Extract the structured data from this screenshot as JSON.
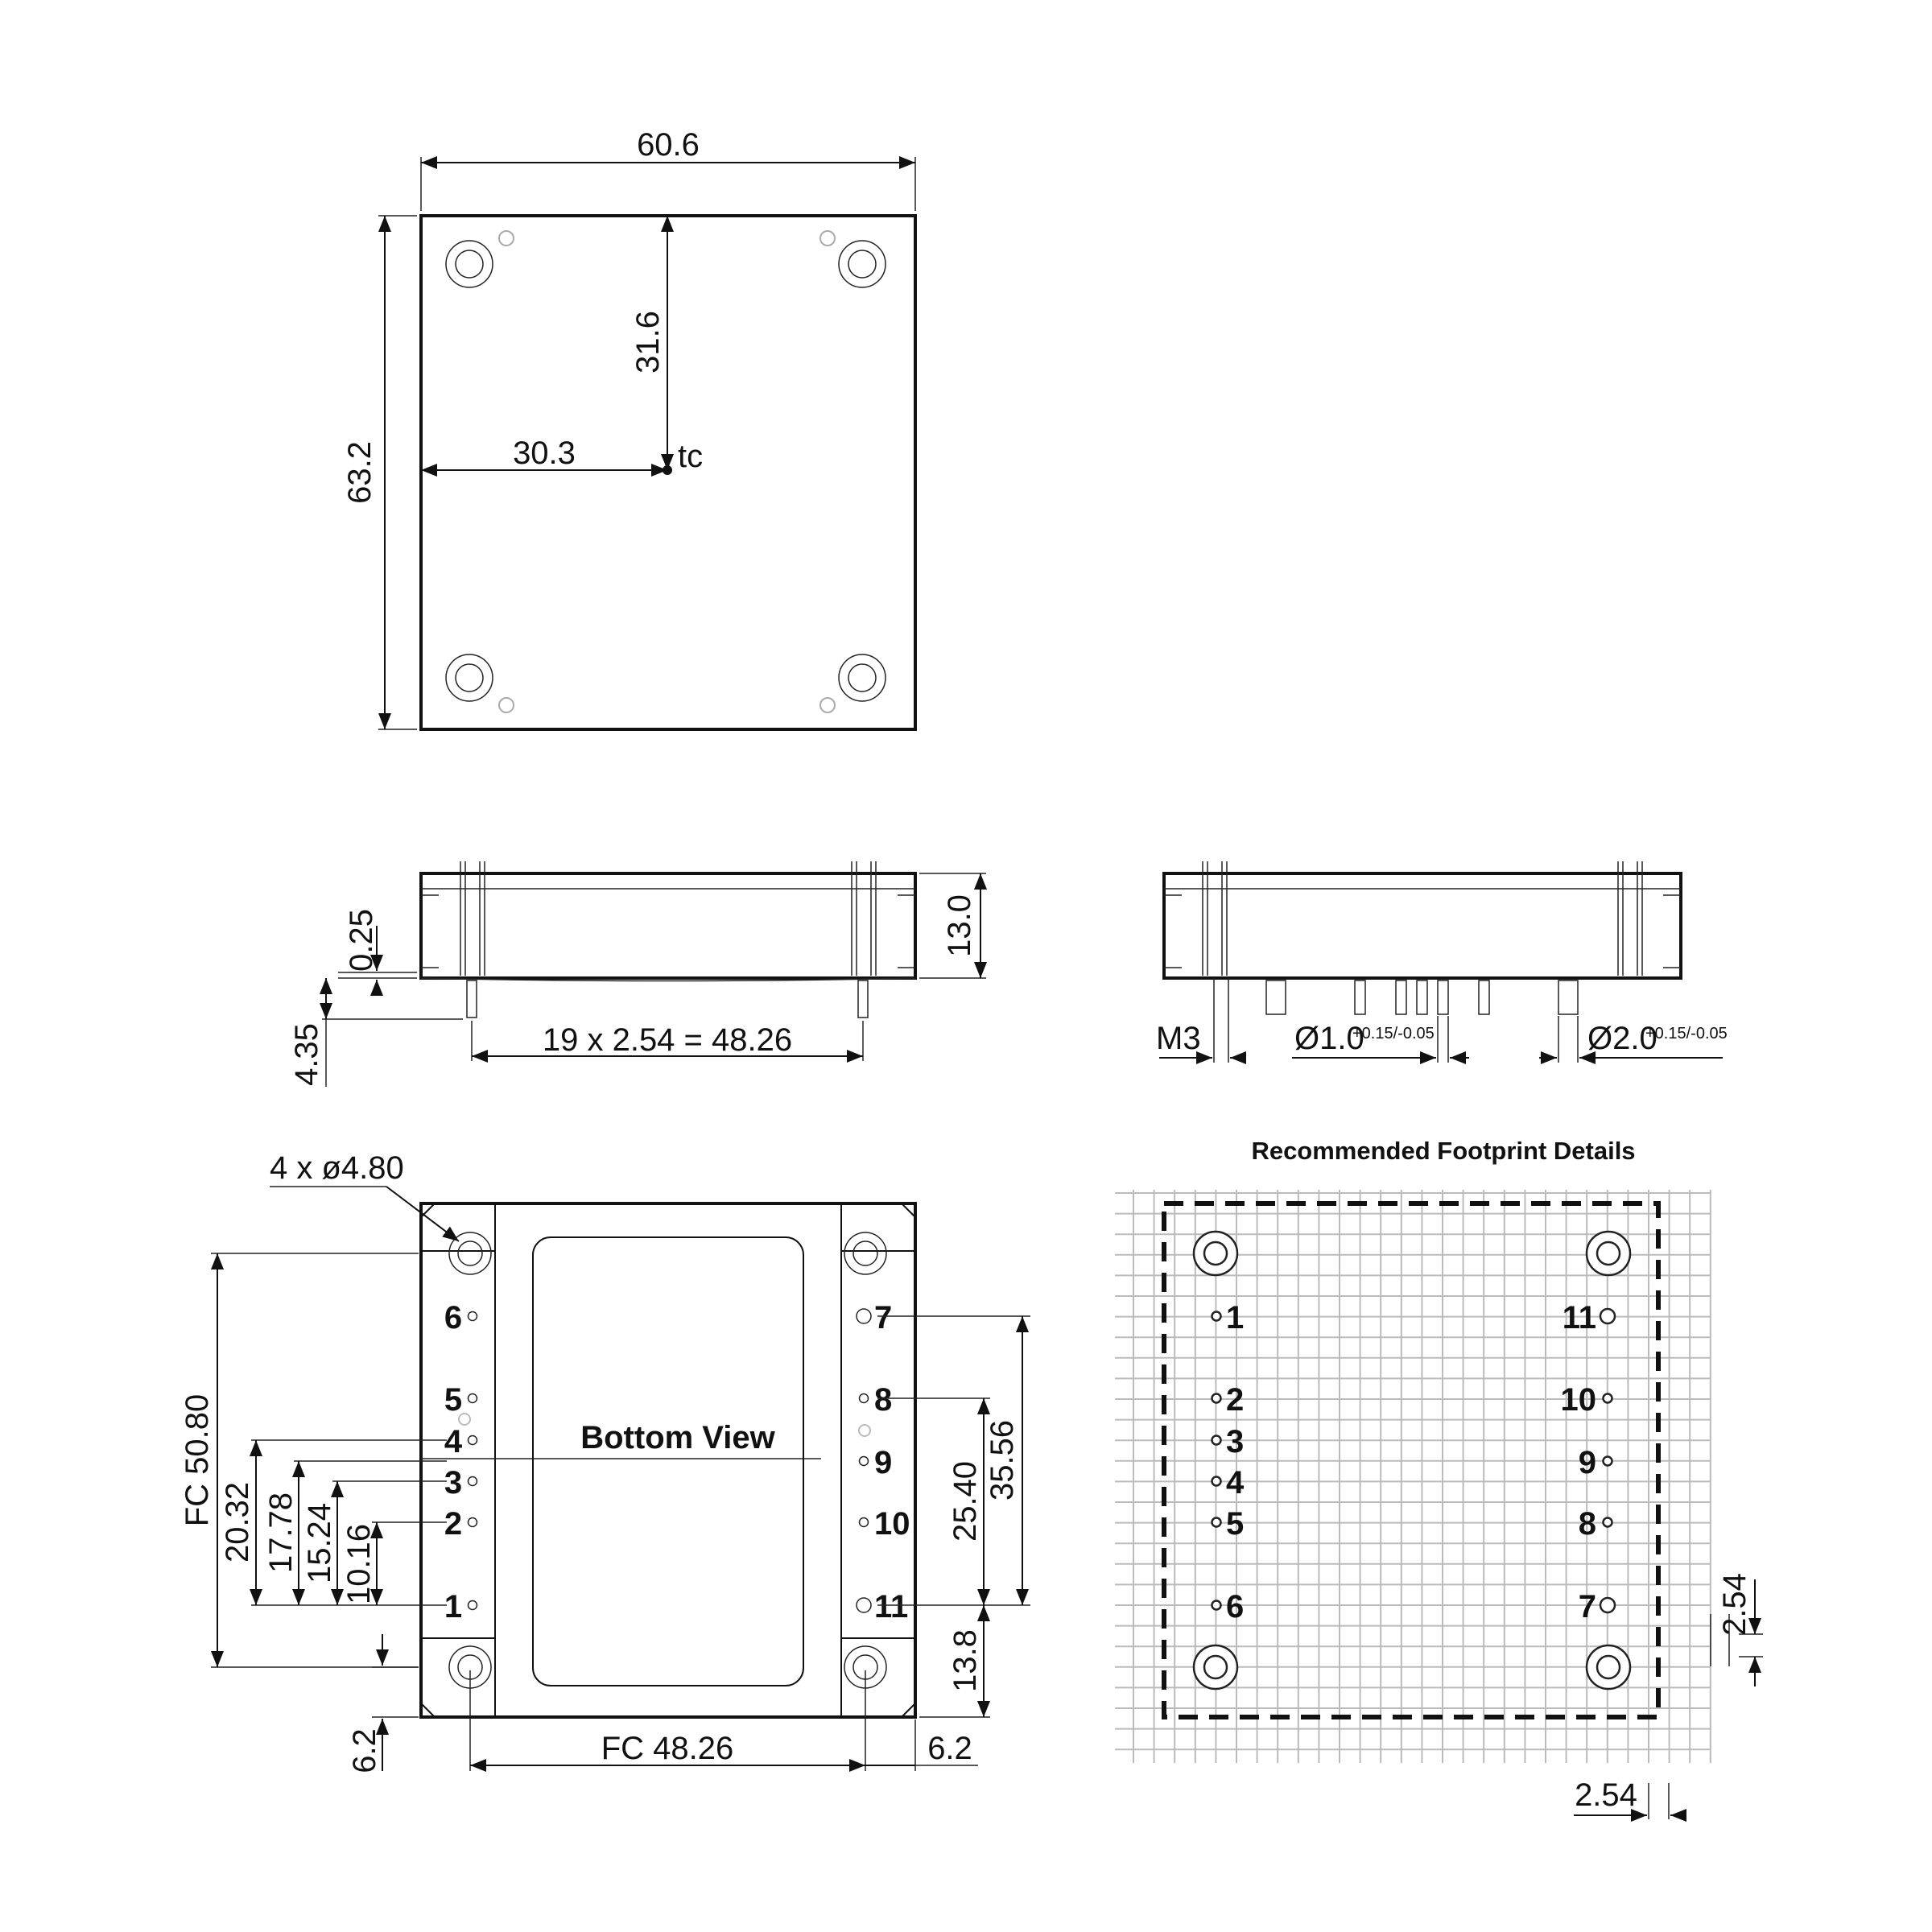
{
  "top_view": {
    "width": "60.6",
    "height": "63.2",
    "tc_y": "31.6",
    "tc_x": "30.3",
    "tc_label": "tc"
  },
  "side_view_left": {
    "height": "13.0",
    "standoff": "0.25",
    "pin_length": "4.35",
    "pitch_formula": "19 x 2.54 = 48.26"
  },
  "side_view_right": {
    "thread": "M3",
    "pin_small_dia": "Ø1.0",
    "pin_small_tol": "+0.15/-0.05",
    "pin_large_dia": "Ø2.0",
    "pin_large_tol": "+0.15/-0.05"
  },
  "bottom_view": {
    "title": "Bottom View",
    "mount_holes": "4 x ø4.80",
    "left_pins": [
      "6",
      "5",
      "4",
      "3",
      "2",
      "1"
    ],
    "right_pins": [
      "7",
      "8",
      "9",
      "10",
      "11"
    ],
    "dims_left": [
      "FC 50.80",
      "20.32",
      "17.78",
      "15.24",
      "10.16"
    ],
    "dims_right": [
      "35.56",
      "25.40",
      "13.8"
    ],
    "dim_bottom_center": "FC 48.26",
    "dim_bottom_left": "6.2",
    "dim_bottom_right": "6.2"
  },
  "footprint": {
    "title": "Recommended Footprint Details",
    "left_pins": [
      "1",
      "2",
      "3",
      "4",
      "5",
      "6"
    ],
    "right_pins": [
      "11",
      "10",
      "9",
      "8",
      "7"
    ],
    "grid_pitch_vertical": "2.54",
    "grid_pitch_horizontal": "2.54"
  }
}
